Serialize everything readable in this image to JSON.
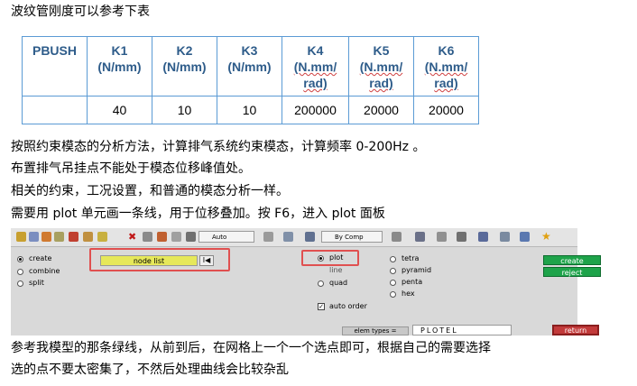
{
  "intro": "波纹管刚度可以参考下表",
  "table": {
    "headers": [
      [
        "PBUSH"
      ],
      [
        "K1",
        "(N/mm)"
      ],
      [
        "K2",
        "(N/mm)"
      ],
      [
        "K3",
        "(N/mm)"
      ],
      [
        "K4",
        "(N.mm/",
        "rad)"
      ],
      [
        "K5",
        "(N.mm/",
        "rad)"
      ],
      [
        "K6",
        "(N.mm/",
        "rad)"
      ]
    ],
    "values": [
      "",
      "40",
      "10",
      "10",
      "200000",
      "20000",
      "20000"
    ]
  },
  "paragraphs": [
    "按照约束模态的分析方法，计算排气系统约束模态，计算频率 0-200Hz 。",
    "布置排气吊挂点不能处于模态位移峰值处。",
    "相关的约束，工况设置，和普通的模态分析一样。",
    "需要用 plot 单元画一条线，用于位移叠加。按 F6，进入 plot 面板"
  ],
  "closing": [
    "参考我模型的那条绿线，从前到后，在网格上一个一个选点即可，根据自己的需要选择",
    "选的点不要太密集了，不然后处理曲线会比较杂乱"
  ],
  "panel": {
    "toolbar": {
      "dropdown1": "Auto",
      "dropdown2": "By Comp"
    },
    "mode_options": [
      "create",
      "combine",
      "split"
    ],
    "mode_selected": "create",
    "node_list_label": "node list",
    "node_list_button": "I◀",
    "type_options_col1": [
      "plot",
      "line",
      "quad"
    ],
    "type_options_col2": [
      "tetra",
      "pyramid",
      "penta",
      "hex"
    ],
    "type_selected": "plot",
    "auto_order_label": "auto order",
    "auto_order_checked": true,
    "elem_types_label": "elem types =",
    "elem_types_value": "PLOTEL",
    "create_button": "create",
    "reject_button": "reject",
    "return_button": "return"
  },
  "colors": {
    "table_border": "#5b9bd5",
    "table_header_text": "#2e5c8a",
    "node_list_fill": "#e6e85a",
    "highlight_box": "#e05050",
    "green_button": "#1ea34a",
    "return_button": "#c23a3a"
  }
}
